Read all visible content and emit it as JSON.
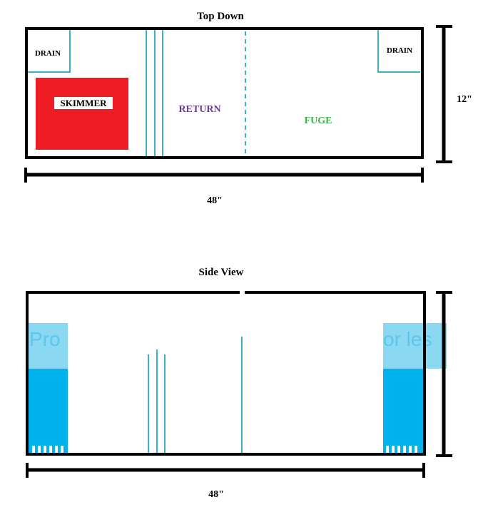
{
  "top_down": {
    "title": "Top Down",
    "drain_left": "DRAIN",
    "drain_right": "DRAIN",
    "skimmer": "SKIMMER",
    "return": "RETURN",
    "fuge": "FUGE",
    "width_label": "48\"",
    "height_label": "12\""
  },
  "side_view": {
    "title": "Side View",
    "width_label": "48\"",
    "overlay_left": "Pro",
    "overlay_right": "or les"
  },
  "colors": {
    "outline": "#000000",
    "baffle": "#3bb3c9",
    "skimmer": "#ee1c24",
    "return_text": "#6a3d8f",
    "fuge_text": "#3cb54a",
    "water": "#00b3ec",
    "overlay_band": "#8ad8f2",
    "overlay_text": "#5cc6ee"
  }
}
